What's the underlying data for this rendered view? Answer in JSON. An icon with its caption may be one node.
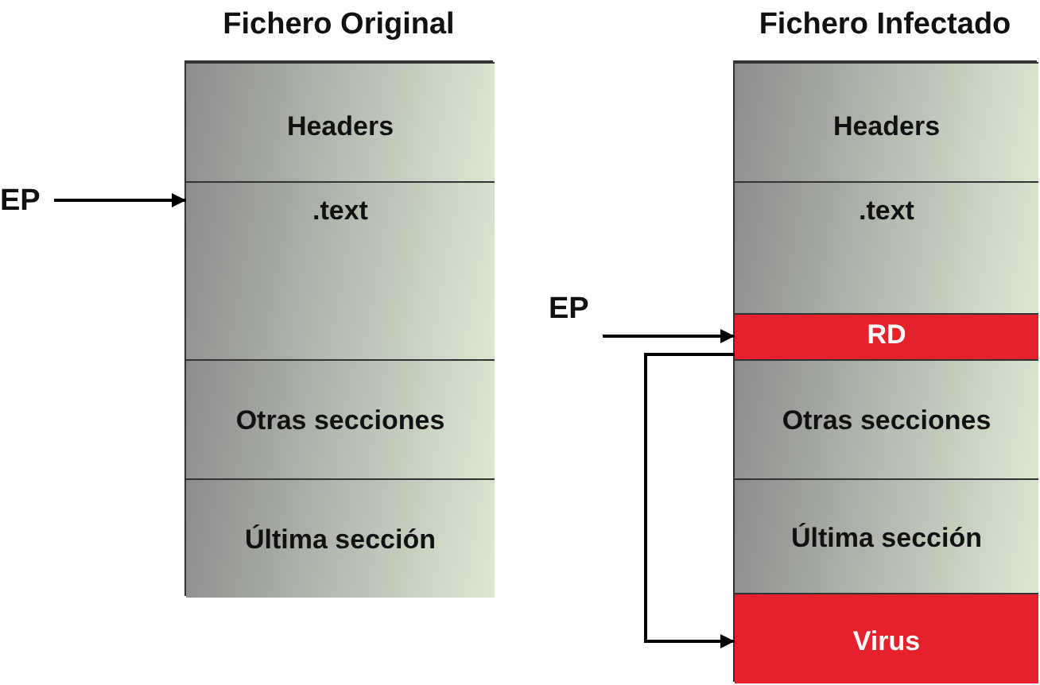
{
  "diagram": {
    "nodes": [
      {
        "text": [
          "Fichero Original"
        ]
      },
      {
        "text": [
          "Headers"
        ],
        "in": 0
      },
      {
        "text": [
          ".text"
        ],
        "in": 0
      },
      {
        "text": [
          "Otras secciones"
        ],
        "in": 0
      },
      {
        "text": [
          "Última sección"
        ],
        "in": 0
      },
      {
        "text": [
          "EP"
        ]
      },
      {
        "text": [
          "Fichero Infectado"
        ]
      },
      {
        "text": [
          "Headers"
        ],
        "in": 6
      },
      {
        "text": [
          ".text"
        ],
        "in": 6
      },
      {
        "text": [
          "RD"
        ],
        "in": 6
      },
      {
        "text": [
          "Otras secciones"
        ],
        "in": 6
      },
      {
        "text": [
          "Última sección"
        ],
        "in": 6
      },
      {
        "text": [
          "Virus"
        ],
        "in": 6
      },
      {
        "text": [
          "EP"
        ]
      }
    ],
    "edges": [
      {
        "from": 5,
        "to": 2,
        "arrow": "to"
      },
      {
        "from": 13,
        "to": 9,
        "arrow": "to"
      },
      {
        "from": 9,
        "to": 12,
        "arrow": "to"
      }
    ]
  }
}
